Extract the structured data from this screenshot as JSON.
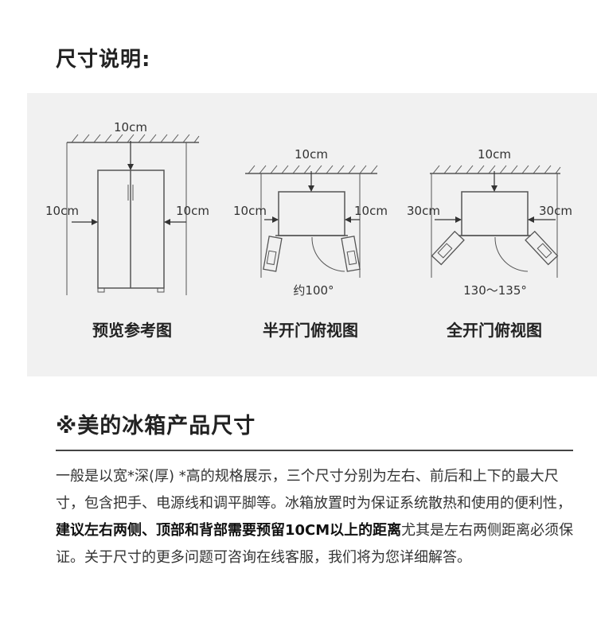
{
  "section": {
    "title": "尺寸说明:"
  },
  "diagrams": [
    {
      "id": "preview",
      "caption": "预览参考图",
      "top": "10cm",
      "left": "10cm",
      "right": "10cm",
      "angle": ""
    },
    {
      "id": "half-open",
      "caption": "半开门俯视图",
      "top": "10cm",
      "left": "10cm",
      "right": "10cm",
      "angle": "约100°"
    },
    {
      "id": "full-open",
      "caption": "全开门俯视图",
      "top": "10cm",
      "left": "30cm",
      "right": "30cm",
      "angle": "130～135°"
    }
  ],
  "product": {
    "title": "※美的冰箱产品尺寸"
  },
  "description": {
    "part1": "一般是以宽*深(厚) *高的规格展示，三个尺寸分别为左右、前后和上下的最大尺寸，包含把手、电源线和调平脚等。冰箱放置时为保证系统散热和使用的便利性，",
    "highlight": "建议左右两侧、顶部和背部需要预留10CM以上的距离",
    "part2": "尤其是左右两侧距离必须保证。关于尺寸的更多问题可咨询在线客服，我们将为您详细解答。"
  },
  "colors": {
    "panel_bg": "#f1f1f1",
    "line": "#555555",
    "text": "#222222"
  }
}
